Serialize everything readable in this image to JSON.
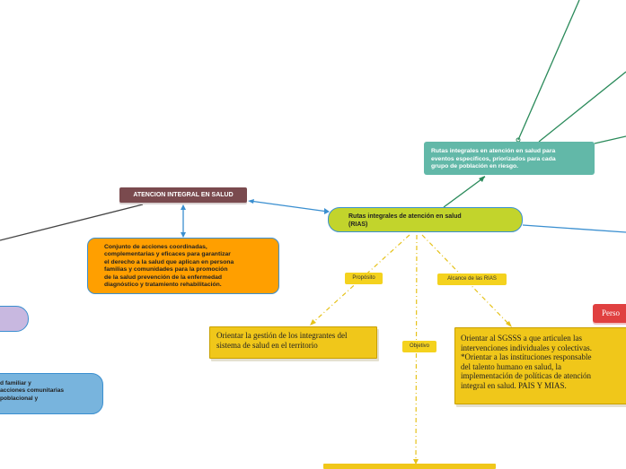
{
  "central": {
    "line1": "Rutas integrales de atención en salud",
    "line2": "(RIAS)"
  },
  "teal": {
    "line1": "Rutas integrales en atención en salud  para",
    "line2": "eventos especificos, priorizados para cada",
    "line3": "grupo de población en riesgo."
  },
  "atencion": {
    "label": "ATENCION INTEGRAL EN SALUD"
  },
  "orange": {
    "line1": "Conjunto de acciones coordinadas,",
    "line2": "complementarias y eficaces  para garantizar",
    "line3": "el derecho a la salud que aplican en persona",
    "line4": "familias y comunidades para la promoción",
    "line5": "de la salud prevención de la enfermedad",
    "line6": "diagnóstico y tratamiento rehabilitación."
  },
  "labels": {
    "proposito": "Propósito",
    "objetivo": "Objetivo",
    "alcance": "Alcance de las RIAS"
  },
  "orientar": {
    "line1": "Orientar la gestión de los integrantes del",
    "line2": "sistema de salud en el territorio"
  },
  "alcance_box": {
    "line1": "Orientar al SGSSS a que articulen las",
    "line2": "intervenciones individuales y colectivas.",
    "line3": "*Orientar a las instituciones responsable",
    "line4": "del talento humano en salud, la",
    "line5": "implementación de políticas de atención",
    "line6": "integral en salud. PAIS Y MIAS."
  },
  "persona": {
    "label": "Perso"
  },
  "bluebox": {
    "line1": "d familiar y",
    "line2": "acciones comunitarias",
    "line3": "poblacional y"
  },
  "colors": {
    "central": "#c2d42c",
    "teal": "#62b8a8",
    "atencion": "#7a4a4e",
    "orange": "#ff9f00",
    "label_yellow": "#f4d21e",
    "connector_blue": "#3a8fd0",
    "connector_green": "#2a8a5a"
  }
}
